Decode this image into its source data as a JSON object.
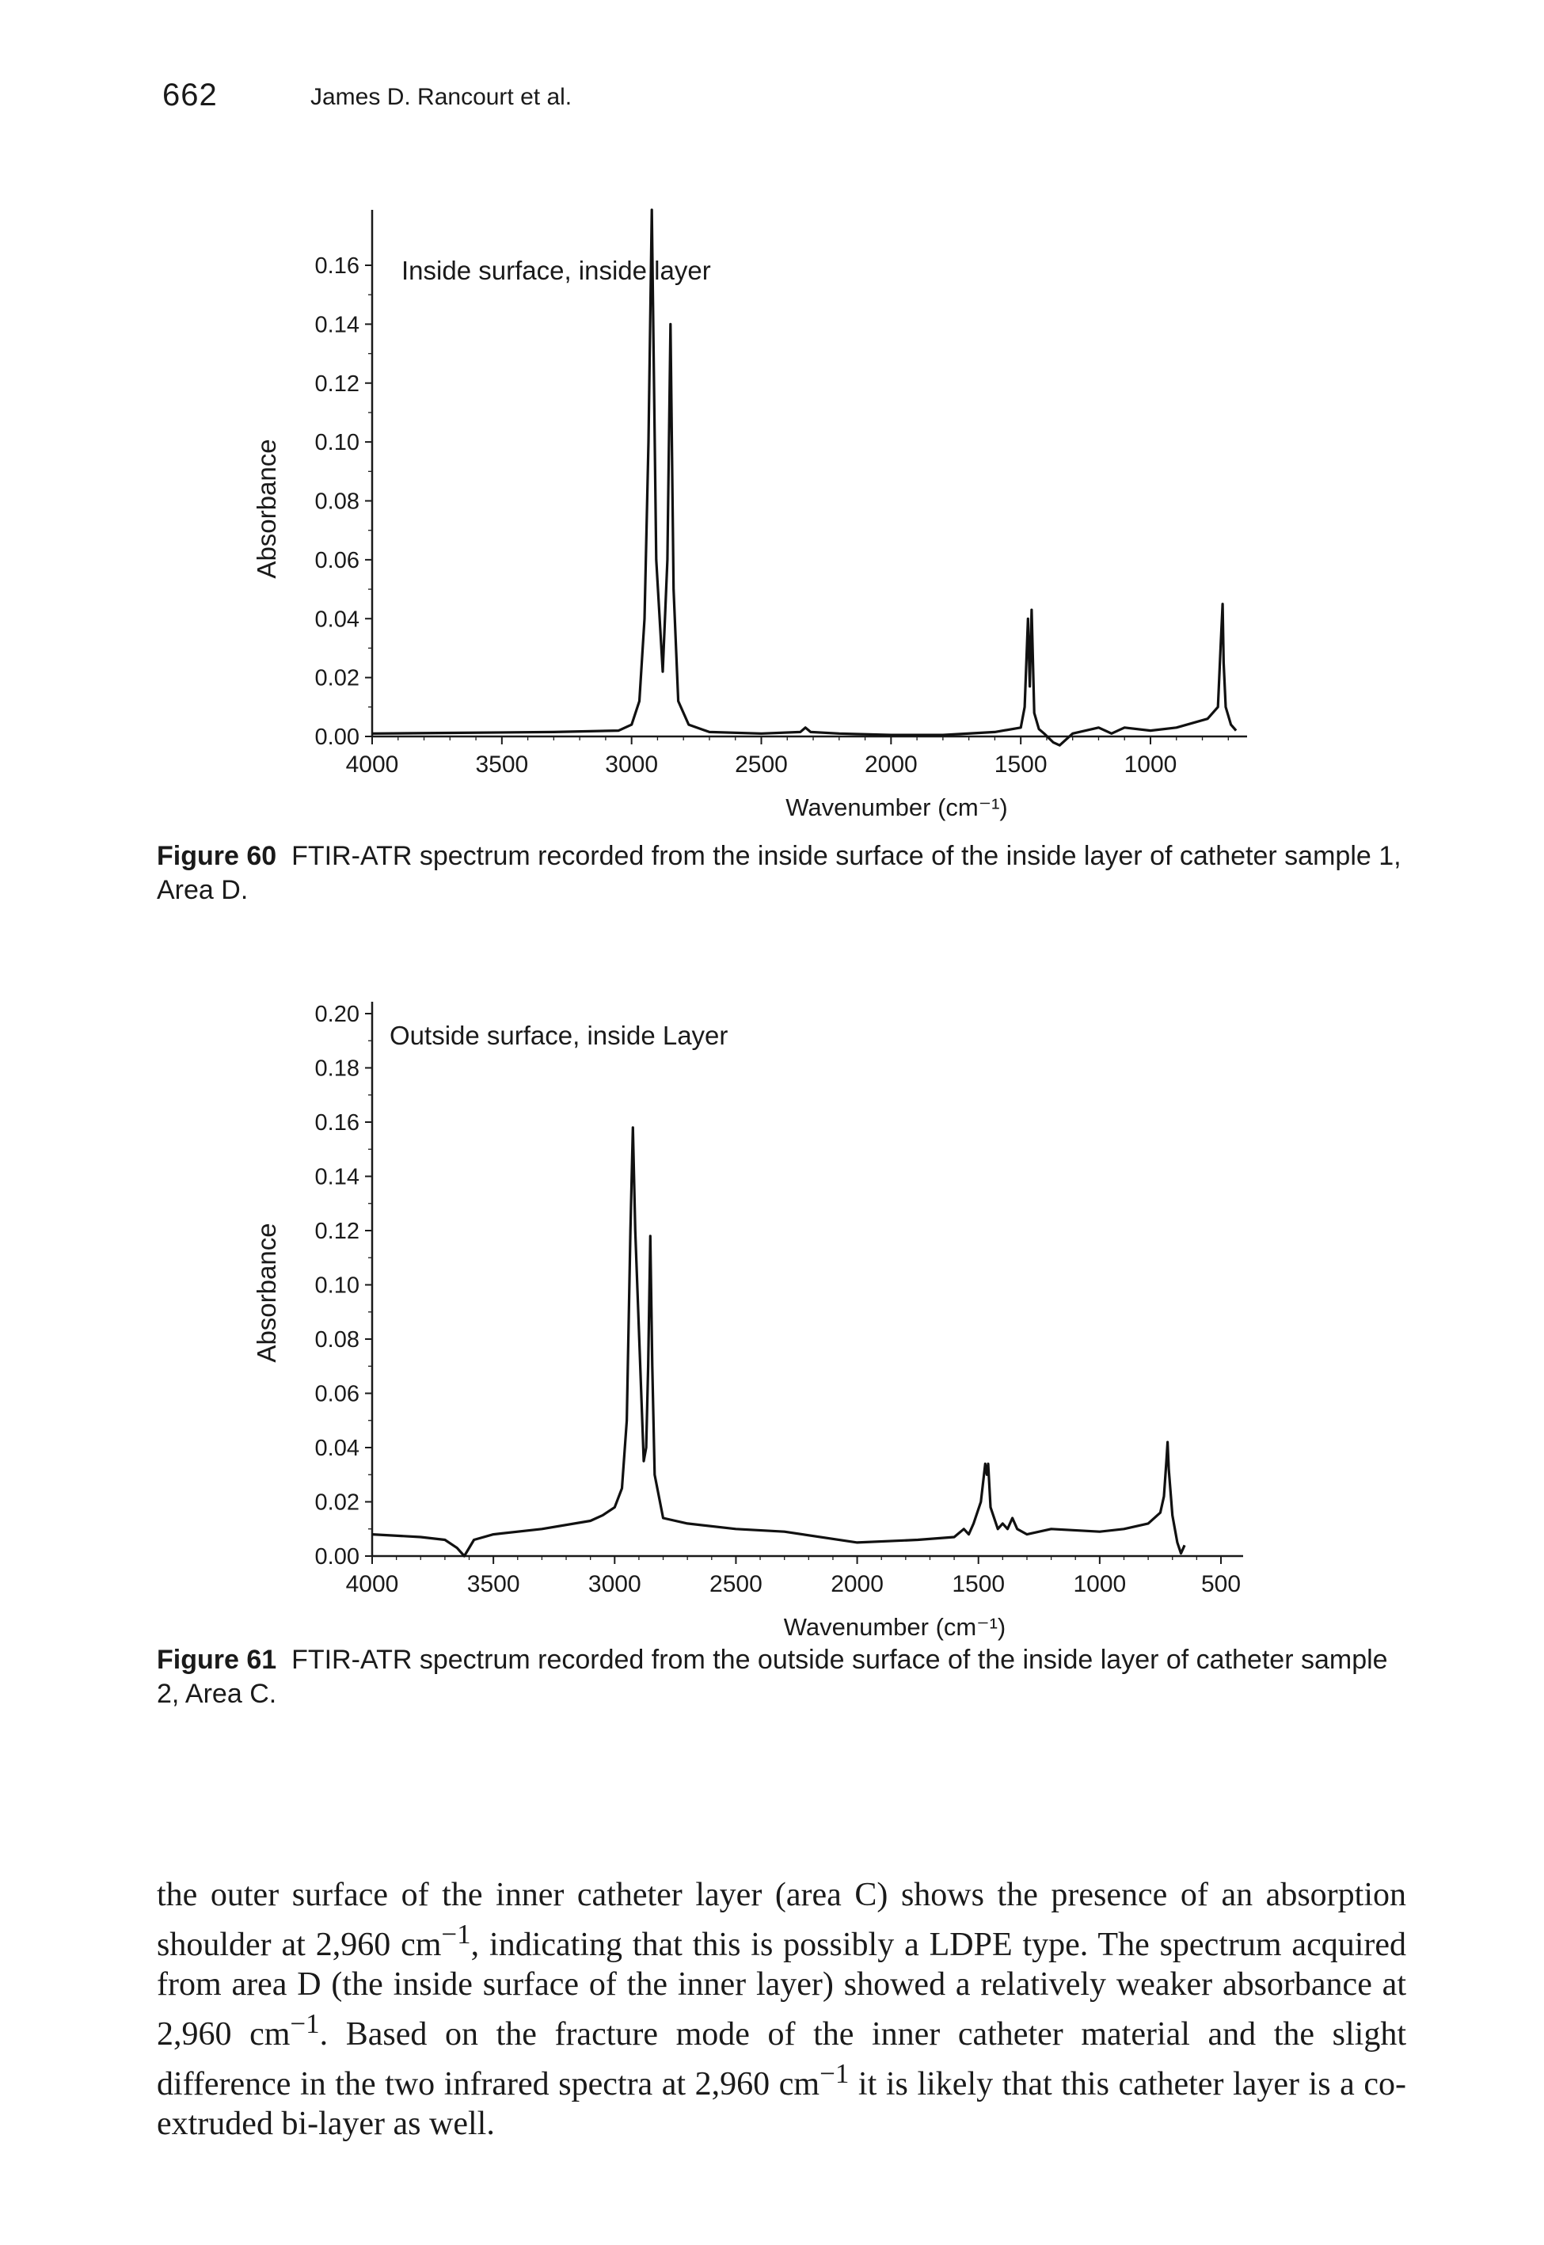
{
  "header": {
    "page_number": "662",
    "running_head": "James D. Rancourt et al."
  },
  "chart_data": [
    {
      "type": "line",
      "title": "Inside surface, inside layer",
      "xlabel": "Wavenumber (cm⁻¹)",
      "ylabel": "Absorbance",
      "xlim": [
        4000,
        650
      ],
      "ylim": [
        0,
        0.175
      ],
      "x_ticks": [
        "4000",
        "3500",
        "3000",
        "2500",
        "2000",
        "1500",
        "1000"
      ],
      "y_ticks": [
        "0.00",
        "0.02",
        "0.04",
        "0.06",
        "0.08",
        "0.10",
        "0.12",
        "0.14",
        "0.16"
      ],
      "grid": false,
      "x": [
        4000,
        3700,
        3300,
        3050,
        3000,
        2970,
        2950,
        2935,
        2922,
        2905,
        2880,
        2862,
        2850,
        2838,
        2820,
        2780,
        2700,
        2500,
        2350,
        2330,
        2310,
        2200,
        2000,
        1800,
        1600,
        1500,
        1485,
        1472,
        1465,
        1458,
        1448,
        1430,
        1410,
        1375,
        1350,
        1300,
        1200,
        1150,
        1100,
        1000,
        900,
        780,
        740,
        730,
        722,
        718,
        710,
        690,
        670
      ],
      "series": [
        {
          "values": [
            0.001,
            0.0012,
            0.0015,
            0.002,
            0.004,
            0.012,
            0.04,
            0.1,
            0.18,
            0.06,
            0.022,
            0.06,
            0.14,
            0.05,
            0.012,
            0.004,
            0.0015,
            0.001,
            0.0015,
            0.003,
            0.0015,
            0.001,
            0.0005,
            0.0005,
            0.0015,
            0.003,
            0.01,
            0.04,
            0.017,
            0.043,
            0.008,
            0.0025,
            0.001,
            -0.002,
            -0.003,
            0.001,
            0.003,
            0.001,
            0.003,
            0.002,
            0.003,
            0.006,
            0.01,
            0.03,
            0.045,
            0.025,
            0.01,
            0.004,
            0.002
          ]
        }
      ]
    },
    {
      "type": "line",
      "title": "Outside surface, inside Layer",
      "xlabel": "Wavenumber (cm⁻¹)",
      "ylabel": "Absorbance",
      "xlim": [
        4000,
        500
      ],
      "ylim": [
        0,
        0.2
      ],
      "x_ticks": [
        "4000",
        "3500",
        "3000",
        "2500",
        "2000",
        "1500",
        "1000",
        "500"
      ],
      "y_ticks": [
        "0.00",
        "0.02",
        "0.04",
        "0.06",
        "0.08",
        "0.10",
        "0.12",
        "0.14",
        "0.16",
        "0.18",
        "0.20"
      ],
      "grid": false,
      "x": [
        4000,
        3800,
        3700,
        3650,
        3620,
        3580,
        3500,
        3300,
        3100,
        3050,
        3000,
        2970,
        2950,
        2935,
        2925,
        2915,
        2880,
        2870,
        2862,
        2853,
        2845,
        2835,
        2800,
        2700,
        2500,
        2300,
        2000,
        1750,
        1600,
        1560,
        1540,
        1520,
        1490,
        1472,
        1465,
        1460,
        1450,
        1420,
        1400,
        1380,
        1360,
        1340,
        1300,
        1200,
        1000,
        900,
        800,
        750,
        735,
        725,
        720,
        715,
        700,
        690,
        680,
        665,
        650
      ],
      "series": [
        {
          "values": [
            0.008,
            0.007,
            0.006,
            0.003,
            0.0,
            0.006,
            0.008,
            0.01,
            0.013,
            0.015,
            0.018,
            0.025,
            0.05,
            0.12,
            0.158,
            0.12,
            0.035,
            0.04,
            0.07,
            0.118,
            0.07,
            0.03,
            0.014,
            0.012,
            0.01,
            0.009,
            0.005,
            0.006,
            0.007,
            0.01,
            0.008,
            0.012,
            0.02,
            0.034,
            0.03,
            0.034,
            0.018,
            0.01,
            0.012,
            0.01,
            0.014,
            0.01,
            0.008,
            0.01,
            0.009,
            0.01,
            0.012,
            0.016,
            0.022,
            0.035,
            0.042,
            0.032,
            0.015,
            0.01,
            0.005,
            0.001,
            0.004
          ]
        }
      ]
    }
  ],
  "captions": {
    "fig60_label": "Figure 60",
    "fig60_text": "FTIR-ATR spectrum recorded from the inside surface of the inside layer of catheter sample 1, Area D.",
    "fig61_label": "Figure 61",
    "fig61_text": "FTIR-ATR spectrum recorded from the outside surface of the inside layer of catheter sample 2, Area C."
  },
  "body": {
    "part1": "the outer surface of the inner catheter layer (area C) shows the presence of an absorption shoulder at 2,960 cm",
    "part2": ", indicating that this is possibly a LDPE type. The spectrum acquired from area D (the inside surface of the inner layer) showed a relatively weaker absorbance at 2,960 cm",
    "part3": ". Based on the fracture mode of the inner catheter material and the slight difference in the two infrared spectra at 2,960 cm",
    "part4": " it is likely that this catheter layer is a co-extruded bi-layer as well.",
    "superscript": "−1"
  }
}
